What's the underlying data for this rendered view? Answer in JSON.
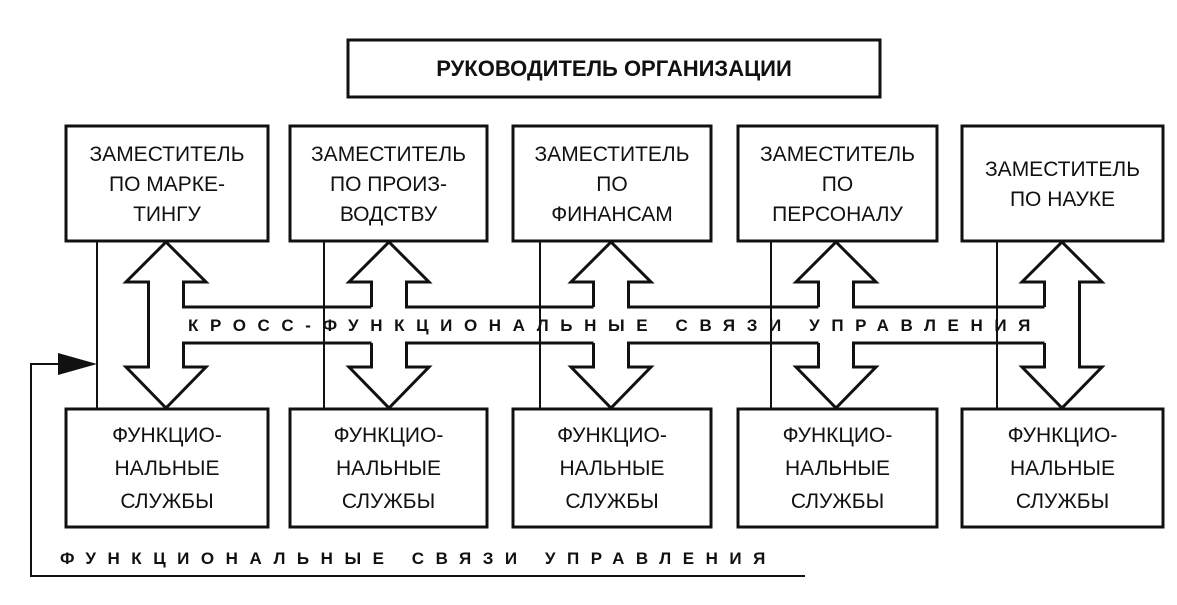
{
  "head": {
    "label": "РУКОВОДИТЕЛЬ ОРГАНИЗАЦИИ"
  },
  "deputies": [
    {
      "lines": [
        "ЗАМЕСТИТЕЛЬ",
        "ПО МАРКЕ-",
        "ТИНГУ"
      ]
    },
    {
      "lines": [
        "ЗАМЕСТИТЕЛЬ",
        "ПО ПРОИЗ-",
        "ВОДСТВУ"
      ]
    },
    {
      "lines": [
        "ЗАМЕСТИТЕЛЬ",
        "ПО",
        "ФИНАНСАМ"
      ]
    },
    {
      "lines": [
        "ЗАМЕСТИТЕЛЬ",
        "ПО",
        "ПЕРСОНАЛУ"
      ]
    },
    {
      "lines": [
        "ЗАМЕСТИТЕЛЬ",
        "ПО НАУКЕ"
      ]
    }
  ],
  "services": [
    {
      "lines": [
        "ФУНКЦИО-",
        "НАЛЬНЫЕ",
        "СЛУЖБЫ"
      ]
    },
    {
      "lines": [
        "ФУНКЦИО-",
        "НАЛЬНЫЕ",
        "СЛУЖБЫ"
      ]
    },
    {
      "lines": [
        "ФУНКЦИО-",
        "НАЛЬНЫЕ",
        "СЛУЖБЫ"
      ]
    },
    {
      "lines": [
        "ФУНКЦИО-",
        "НАЛЬНЫЕ",
        "СЛУЖБЫ"
      ]
    },
    {
      "lines": [
        "ФУНКЦИО-",
        "НАЛЬНЫЕ",
        "СЛУЖБЫ"
      ]
    }
  ],
  "links": {
    "cross_functional": "КРОСС-ФУНКЦИОНАЛЬНЫЕ СВЯЗИ УПРАВЛЕНИЯ",
    "functional": "ФУНКЦИОНАЛЬНЫЕ СВЯЗИ УПРАВЛЕНИЯ"
  },
  "colors": {
    "ink": "#111111",
    "paper": "#ffffff"
  }
}
